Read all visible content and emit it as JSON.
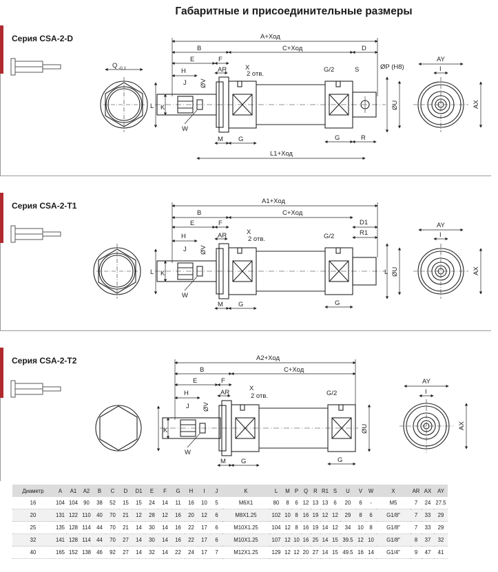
{
  "title": "Габаритные и присоединительные размеры",
  "sections": [
    {
      "label": "Серия CSA-2-D"
    },
    {
      "label": "Серия CSA-2-T1"
    },
    {
      "label": "Серия CSA-2-T2"
    }
  ],
  "dims_d": {
    "total": "A+Ход",
    "b": "B",
    "c": "C+Ход",
    "d": "D",
    "e": "E",
    "f": "F",
    "h": "H",
    "ar": "AR",
    "x": "X",
    "otv": "2 отв.",
    "g2": "G/2",
    "s": "S",
    "phip": "ØP (H8)",
    "j": "J",
    "v": "ØV",
    "k": "K",
    "l": "L",
    "u": "ØU",
    "w": "W",
    "m": "M",
    "g": "G",
    "r": "R",
    "l1": "L1+Ход",
    "q": "Q",
    "q_tol": "-0,1",
    "ay": "AY",
    "i": "I",
    "ax": "AX"
  },
  "dims_t1": {
    "total": "A1+Ход",
    "b": "B",
    "c": "C+Ход",
    "d1": "D1",
    "r1": "R1",
    "e": "E",
    "f": "F",
    "h": "H",
    "ar": "AR",
    "x": "X",
    "otv": "2 отв.",
    "g2": "G/2",
    "j": "J",
    "v": "ØV",
    "k": "K",
    "l": "L",
    "u": "ØU",
    "w": "W",
    "m": "M",
    "g": "G",
    "ay": "AY",
    "i": "I",
    "ax": "AX"
  },
  "dims_t2": {
    "total": "A2+Ход",
    "b": "B",
    "c": "C+Ход",
    "e": "E",
    "f": "F",
    "h": "H",
    "ar": "AR",
    "x": "X",
    "otv": "2 отв.",
    "g2": "G/2",
    "j": "J",
    "v": "ØV",
    "k": "K",
    "u": "ØU",
    "w": "W",
    "m": "M",
    "g": "G",
    "ay": "AY",
    "i": "I",
    "ax": "AX"
  },
  "table": {
    "headers": [
      "Диаметр",
      "A",
      "A1",
      "A2",
      "B",
      "C",
      "D",
      "D1",
      "E",
      "F",
      "G",
      "H",
      "I",
      "J",
      "K",
      "L",
      "M",
      "P",
      "Q",
      "R",
      "R1",
      "S",
      "U",
      "V",
      "W",
      "X",
      "AR",
      "AX",
      "AY"
    ],
    "rows": [
      [
        "16",
        "104",
        "104",
        "90",
        "38",
        "52",
        "15",
        "15",
        "24",
        "14",
        "11",
        "16",
        "10",
        "5",
        "M6X1",
        "80",
        "8",
        "6",
        "12",
        "13",
        "13",
        "6",
        "20",
        "6",
        "-",
        "M5",
        "7",
        "24",
        "27.5"
      ],
      [
        "20",
        "131",
        "122",
        "110",
        "40",
        "70",
        "21",
        "12",
        "28",
        "12",
        "16",
        "20",
        "12",
        "6",
        "M8X1.25",
        "102",
        "10",
        "8",
        "16",
        "19",
        "12",
        "12",
        "29",
        "8",
        "6",
        "G1/8″",
        "7",
        "33",
        "29"
      ],
      [
        "25",
        "135",
        "128",
        "114",
        "44",
        "70",
        "21",
        "14",
        "30",
        "14",
        "16",
        "22",
        "17",
        "6",
        "M10X1.25",
        "104",
        "12",
        "8",
        "16",
        "19",
        "14",
        "12",
        "34",
        "10",
        "8",
        "G1/8″",
        "7",
        "33",
        "29"
      ],
      [
        "32",
        "141",
        "128",
        "114",
        "44",
        "70",
        "27",
        "14",
        "30",
        "14",
        "16",
        "22",
        "17",
        "6",
        "M10X1.25",
        "107",
        "12",
        "10",
        "16",
        "25",
        "14",
        "15",
        "39.5",
        "12",
        "10",
        "G1/8″",
        "8",
        "37",
        "32"
      ],
      [
        "40",
        "165",
        "152",
        "138",
        "46",
        "92",
        "27",
        "14",
        "32",
        "14",
        "22",
        "24",
        "17",
        "7",
        "M12X1.25",
        "129",
        "12",
        "12",
        "20",
        "27",
        "14",
        "15",
        "49.5",
        "16",
        "14",
        "G1/4″",
        "9",
        "47",
        "41"
      ]
    ]
  }
}
